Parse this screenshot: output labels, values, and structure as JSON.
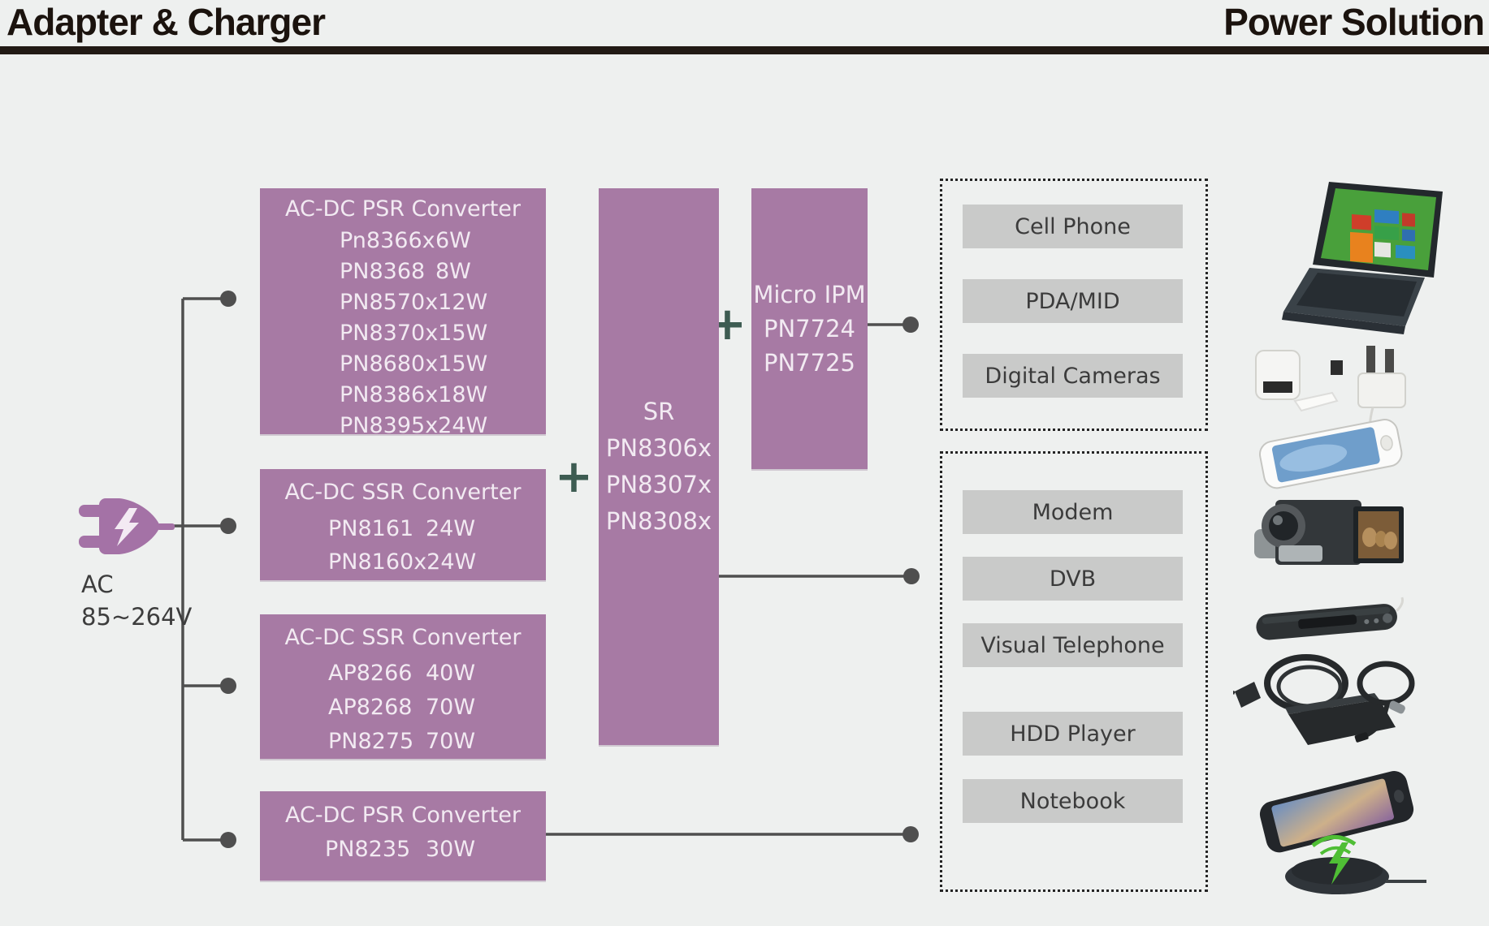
{
  "header": {
    "left_title": "Adapter & Charger",
    "right_title": "Power Solution"
  },
  "ac_source": {
    "line1": "AC",
    "line2": "85~264V"
  },
  "operators": {
    "plus": "+"
  },
  "converters": [
    {
      "title": "AC-DC PSR Converter",
      "rows": [
        [
          "Pn8366x",
          "6W"
        ],
        [
          "PN8368",
          "8W"
        ],
        [
          "PN8570x",
          "12W"
        ],
        [
          "PN8370x",
          "15W"
        ],
        [
          "PN8680x",
          "15W"
        ],
        [
          "PN8386x",
          "18W"
        ],
        [
          "PN8395x",
          "24W"
        ]
      ]
    },
    {
      "title": "AC-DC SSR Converter",
      "rows": [
        [
          "PN8161",
          "24W"
        ],
        [
          "PN8160x",
          "24W"
        ]
      ]
    },
    {
      "title": "AC-DC SSR Converter",
      "rows": [
        [
          "AP8266",
          "40W"
        ],
        [
          "AP8268",
          "70W"
        ],
        [
          "PN8275",
          "70W"
        ]
      ]
    },
    {
      "title": "AC-DC PSR Converter",
      "rows": [
        [
          "PN8235",
          "30W"
        ]
      ]
    }
  ],
  "sr_box": {
    "title": "SR",
    "parts": [
      "PN8306x",
      "PN8307x",
      "PN8308x"
    ]
  },
  "micro_ipm_box": {
    "title": "Micro IPM",
    "parts": [
      "PN7724",
      "PN7725"
    ]
  },
  "application_groups": [
    {
      "items": [
        "Cell Phone",
        "PDA/MID",
        "Digital Cameras"
      ]
    },
    {
      "items": [
        "Modem",
        "DVB",
        "Visual Telephone",
        "HDD Player",
        "Notebook"
      ]
    }
  ],
  "product_images": [
    "notebook-pc",
    "usb-wall-chargers",
    "smartphone",
    "camcorder",
    "sound-bar",
    "notebook-power-adapter",
    "wireless-charging-phone"
  ],
  "colors": {
    "background": "#eef0ef",
    "purple_box": "#a77aa4",
    "plug_purple": "#a472a6",
    "plus_green": "#3d5c52",
    "line_gray": "#4f4f4f",
    "label_bg": "#c9cac9",
    "dotted_border": "#242424"
  }
}
